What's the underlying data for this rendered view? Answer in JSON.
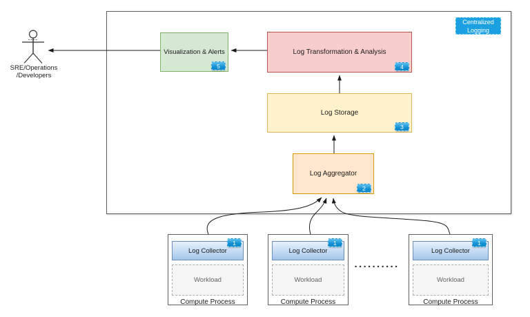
{
  "diagram": {
    "title_badge": {
      "line1": "Centralized",
      "line2": "Logging"
    },
    "actor": {
      "line1": "SRE/Operations",
      "line2": "/Developers"
    },
    "nodes": {
      "visualization": {
        "label": "Visualization & Alerts",
        "badge": "5"
      },
      "transformation": {
        "label": "Log Transformation & Analysis",
        "badge": "4"
      },
      "storage": {
        "label": "Log Storage",
        "badge": "3"
      },
      "aggregator": {
        "label": "Log Aggregator",
        "badge": "2"
      }
    },
    "compute_processes": [
      {
        "collector_label": "Log Collector",
        "collector_badge": "1",
        "workload_label": "Workload",
        "label": "Compute Process"
      },
      {
        "collector_label": "Log Collector",
        "collector_badge": "1",
        "workload_label": "Workload",
        "label": "Compute Process"
      },
      {
        "collector_label": "Log Collector",
        "collector_badge": "1",
        "workload_label": "Workload",
        "label": "Compute Process"
      }
    ],
    "ellipsis": "··········",
    "colors": {
      "badge_blue": "#1ba1e2",
      "visualization_fill": "#d5e8d4",
      "visualization_border": "#82b366",
      "transformation_fill": "#f8cecc",
      "transformation_border": "#b85450",
      "storage_fill": "#fff2cc",
      "storage_border": "#d6b656",
      "aggregator_fill": "#ffe6cc",
      "aggregator_border": "#d79b00",
      "collector_fill": "#dae8fc",
      "collector_border": "#6c8ebf",
      "workload_fill": "#f5f5f5"
    }
  }
}
